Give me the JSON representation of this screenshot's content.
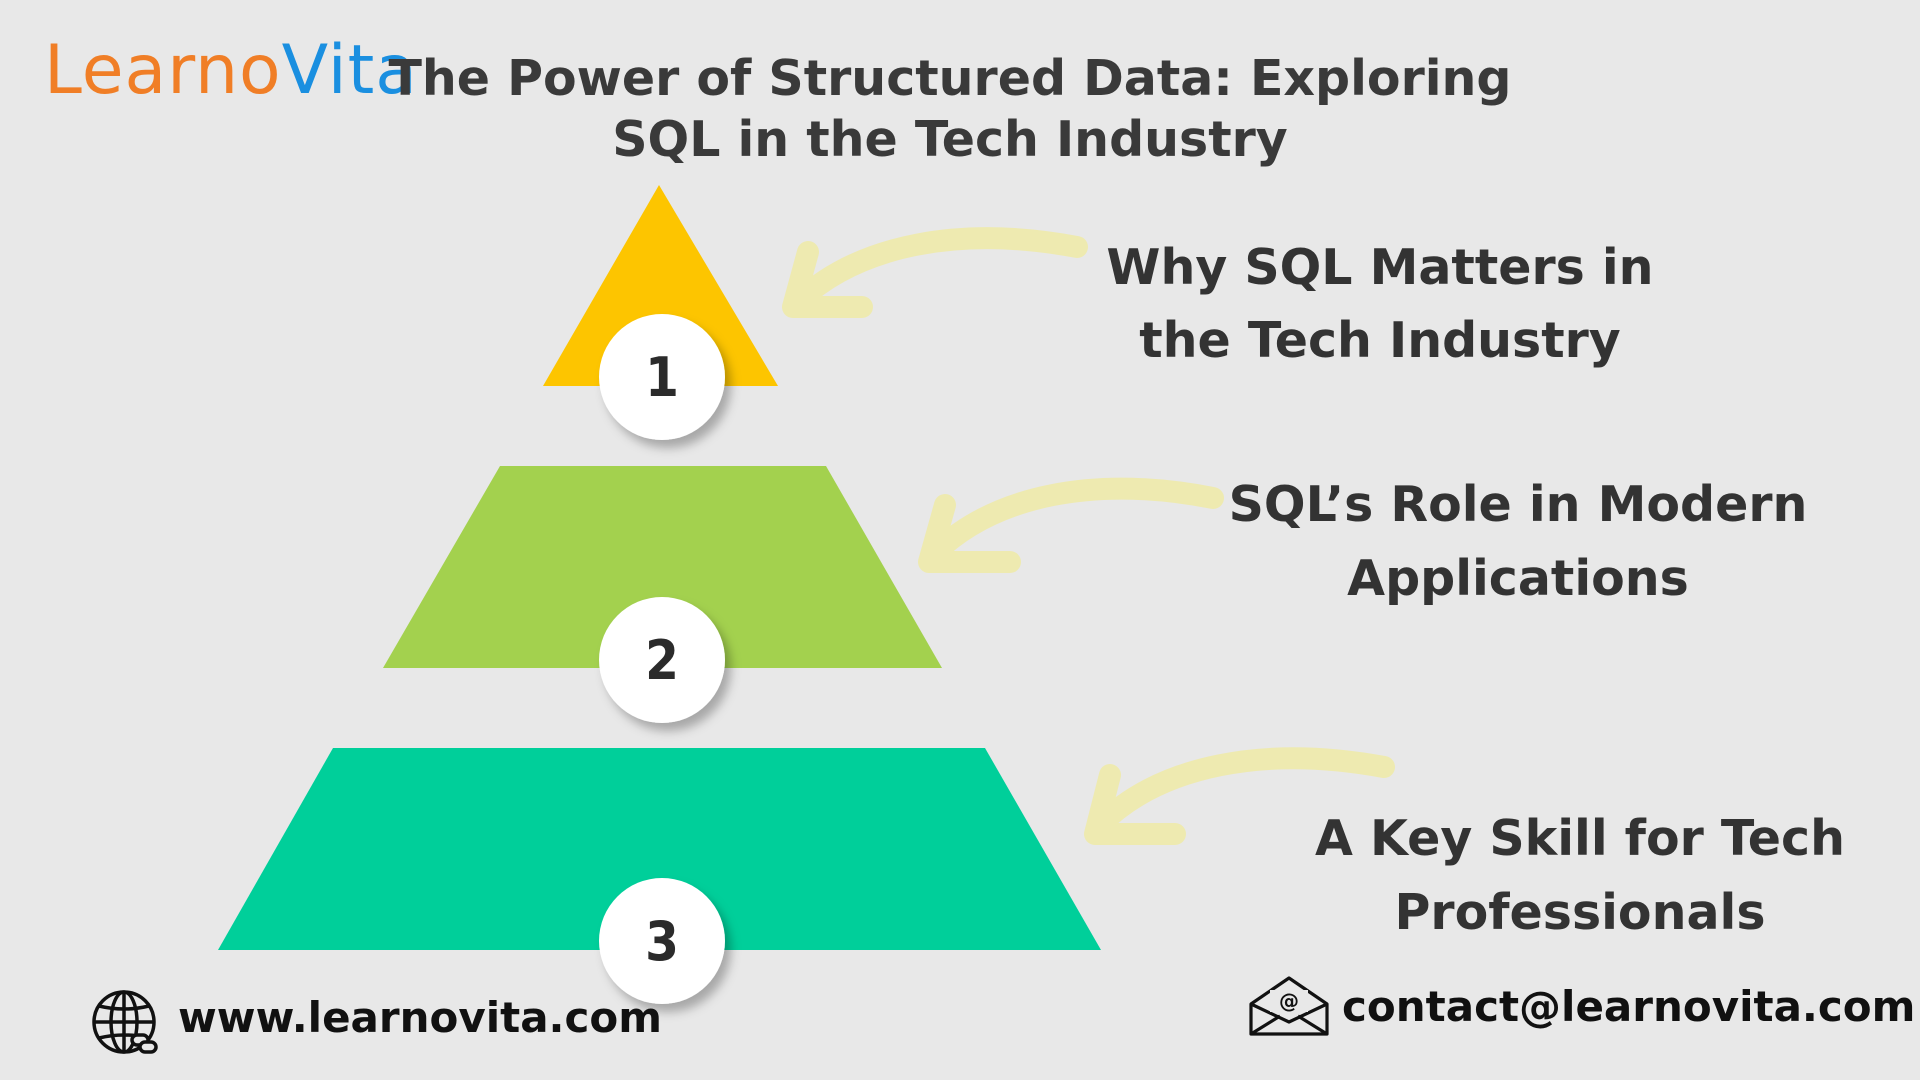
{
  "logo": {
    "part1": "Learno",
    "part2": "Vita",
    "color1": "#f07e26",
    "color2": "#1a8fe0"
  },
  "title": {
    "line1": "The Power of Structured Data: Exploring",
    "line2": "SQL in the Tech Industry"
  },
  "tiers": [
    {
      "number": "1",
      "color": "#fdc500",
      "label_line1": "Why SQL Matters in",
      "label_line2": "the Tech Industry"
    },
    {
      "number": "2",
      "color": "#a3d14e",
      "label_line1": "SQL’s Role in Modern",
      "label_line2": "Applications"
    },
    {
      "number": "3",
      "color": "#00cf9a",
      "label_line1": "A Key Skill for Tech",
      "label_line2": "Professionals"
    }
  ],
  "arrow_color": "#eeeab0",
  "footer": {
    "website": "www.learnovita.com",
    "email": "contact@learnovita.com",
    "website_icon": "globe-link-icon",
    "email_icon": "envelope-at-icon"
  }
}
